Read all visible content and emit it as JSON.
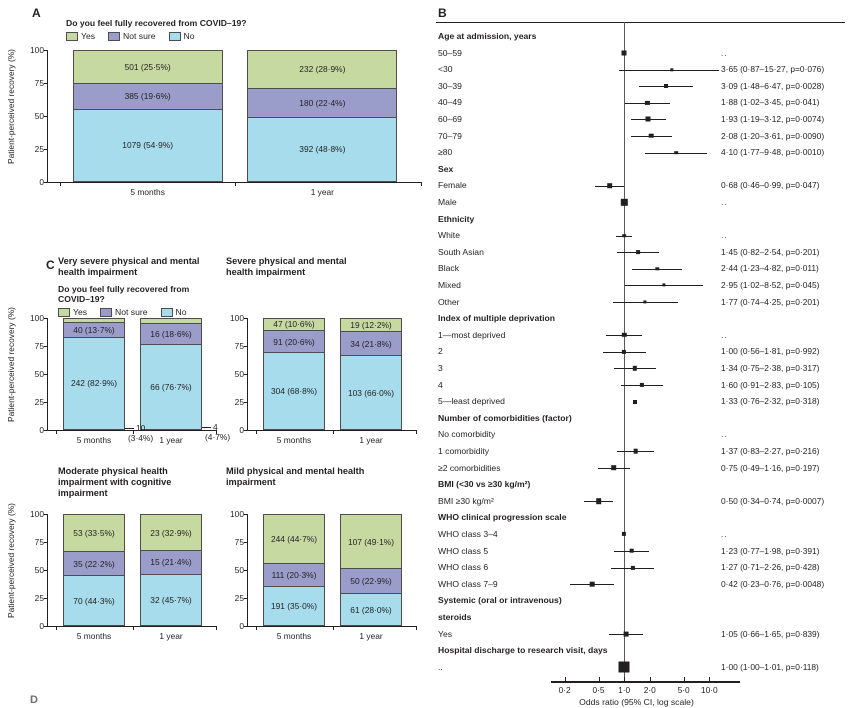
{
  "panels": {
    "A": "A",
    "B": "B",
    "C": "C",
    "D": "D"
  },
  "legend": {
    "question": "Do you feel fully recovered from COVID–19?",
    "yes": "Yes",
    "not_sure": "Not sure",
    "no": "No",
    "colors": {
      "yes": "#c6d9a1",
      "not_sure": "#9a9cc9",
      "no": "#a6dcec"
    }
  },
  "axis": {
    "ylabel": "Patient-perceived recovery (%)",
    "yticks": [
      "100",
      "75",
      "50",
      "25",
      "0"
    ],
    "xticks": [
      "5 months",
      "1 year"
    ]
  },
  "chart_data": [
    {
      "id": "panelA",
      "type": "bar",
      "stacked": true,
      "title": "",
      "xlabel": "",
      "ylabel": "Patient-perceived recovery (%)",
      "ylim": [
        0,
        100
      ],
      "categories": [
        "5 months",
        "1 year"
      ],
      "series": [
        {
          "name": "Yes",
          "values": [
            25.5,
            28.9
          ],
          "labels": [
            "501 (25·5%)",
            "232 (28·9%)"
          ]
        },
        {
          "name": "Not sure",
          "values": [
            19.6,
            22.4
          ],
          "labels": [
            "385 (19·6%)",
            "180 (22·4%)"
          ]
        },
        {
          "name": "No",
          "values": [
            54.9,
            48.8
          ],
          "labels": [
            "1079 (54·9%)",
            "392 (48·8%)"
          ]
        }
      ]
    },
    {
      "id": "panelC1",
      "type": "bar",
      "stacked": true,
      "title": "Very severe physical and mental health impairment",
      "ylabel": "Patient-perceived recovery (%)",
      "ylim": [
        0,
        100
      ],
      "categories": [
        "5 months",
        "1 year"
      ],
      "series": [
        {
          "name": "Yes",
          "values": [
            3.4,
            4.7
          ],
          "labels": [
            "10",
            "4"
          ],
          "labels_sub": [
            "(3·4%)",
            "(4·7%)"
          ],
          "outside": true
        },
        {
          "name": "Not sure",
          "values": [
            13.7,
            18.6
          ],
          "labels": [
            "40 (13·7%)",
            "16 (18·6%)"
          ]
        },
        {
          "name": "No",
          "values": [
            82.9,
            76.7
          ],
          "labels": [
            "242 (82·9%)",
            "66 (76·7%)"
          ]
        }
      ]
    },
    {
      "id": "panelC2",
      "type": "bar",
      "stacked": true,
      "title": "Severe physical and mental health impairment",
      "ylabel": "",
      "ylim": [
        0,
        100
      ],
      "categories": [
        "5 months",
        "1 year"
      ],
      "series": [
        {
          "name": "Yes",
          "values": [
            10.6,
            12.2
          ],
          "labels": [
            "47 (10·6%)",
            "19 (12·2%)"
          ]
        },
        {
          "name": "Not sure",
          "values": [
            20.6,
            21.8
          ],
          "labels": [
            "91 (20·6%)",
            "34 (21·8%)"
          ]
        },
        {
          "name": "No",
          "values": [
            68.8,
            66.0
          ],
          "labels": [
            "304 (68·8%)",
            "103 (66·0%)"
          ]
        }
      ]
    },
    {
      "id": "panelC3",
      "type": "bar",
      "stacked": true,
      "title": "Moderate physical health impairment with cognitive impairment",
      "ylabel": "Patient-perceived recovery (%)",
      "ylim": [
        0,
        100
      ],
      "categories": [
        "5 months",
        "1 year"
      ],
      "series": [
        {
          "name": "Yes",
          "values": [
            33.5,
            32.9
          ],
          "labels": [
            "53 (33·5%)",
            "23 (32·9%)"
          ]
        },
        {
          "name": "Not sure",
          "values": [
            22.2,
            21.4
          ],
          "labels": [
            "35 (22·2%)",
            "15 (21·4%)"
          ]
        },
        {
          "name": "No",
          "values": [
            44.3,
            45.7
          ],
          "labels": [
            "70 (44·3%)",
            "32 (45·7%)"
          ]
        }
      ]
    },
    {
      "id": "panelC4",
      "type": "bar",
      "stacked": true,
      "title": "Mild physical  and mental health impairment",
      "ylabel": "",
      "ylim": [
        0,
        100
      ],
      "categories": [
        "5 months",
        "1 year"
      ],
      "series": [
        {
          "name": "Yes",
          "values": [
            44.7,
            49.1
          ],
          "labels": [
            "244 (44·7%)",
            "107 (49·1%)"
          ]
        },
        {
          "name": "Not sure",
          "values": [
            20.3,
            22.9
          ],
          "labels": [
            "111 (20·3%)",
            "50 (22·9%)"
          ]
        },
        {
          "name": "No",
          "values": [
            35.0,
            28.0
          ],
          "labels": [
            "191 (35·0%)",
            "61 (28·0%)"
          ]
        }
      ]
    },
    {
      "id": "panelB",
      "type": "forest",
      "xlabel": "Odds ratio (95% CI, log scale)",
      "xticks": [
        0.2,
        0.5,
        1.0,
        2.0,
        5.0,
        10.0
      ],
      "xtick_labels": [
        "0·2",
        "0·5",
        "1·0",
        "2·0",
        "5·0",
        "10·0"
      ],
      "xlim": [
        0.15,
        13.0
      ],
      "reference_line": 1.0,
      "rows": [
        {
          "label": "Age at admission, years",
          "head": true
        },
        {
          "label": "50–59",
          "value": "..",
          "or": 1.0,
          "lo": null,
          "hi": null,
          "ref": true,
          "size": 5
        },
        {
          "label": "<30",
          "value": "3·65 (0·87–15·27, p=0·076)",
          "or": 3.65,
          "lo": 0.87,
          "hi": 15.27,
          "size": 3.4
        },
        {
          "label": "30–39",
          "value": "3·09 (1·48–6·47, p=0·0028)",
          "or": 3.09,
          "lo": 1.48,
          "hi": 6.47,
          "size": 4
        },
        {
          "label": "40–49",
          "value": "1·88 (1·02–3·45, p=0·041)",
          "or": 1.88,
          "lo": 1.02,
          "hi": 3.45,
          "size": 4.2
        },
        {
          "label": "60–69",
          "value": "1·93 (1·19–3·12, p=0·0074)",
          "or": 1.93,
          "lo": 1.19,
          "hi": 3.12,
          "size": 5
        },
        {
          "label": "70–79",
          "value": "2·08 (1·20–3·61, p=0·0090)",
          "or": 2.08,
          "lo": 1.2,
          "hi": 3.61,
          "size": 4.6
        },
        {
          "label": "≥80",
          "value": "4·10 (1·77–9·48, p=0·0010)",
          "or": 4.1,
          "lo": 1.77,
          "hi": 9.48,
          "size": 3.6
        },
        {
          "label": "Sex",
          "head": true
        },
        {
          "label": "Female",
          "value": "0·68 (0·46–0·99, p=0·047)",
          "or": 0.68,
          "lo": 0.46,
          "hi": 0.99,
          "size": 5.6
        },
        {
          "label": "Male",
          "value": "..",
          "or": 1.0,
          "ref": true,
          "size": 6.4
        },
        {
          "label": "Ethnicity",
          "head": true
        },
        {
          "label": "White",
          "value": "..",
          "or": 1.0,
          "lo": 0.8,
          "hi": 1.25,
          "ref": true,
          "size": 3.6
        },
        {
          "label": "South Asian",
          "value": "1·45 (0·82–2·54, p=0·201)",
          "or": 1.45,
          "lo": 0.82,
          "hi": 2.54,
          "size": 3.8
        },
        {
          "label": "Black",
          "value": "2·44 (1·23–4·82, p=0·011)",
          "or": 2.44,
          "lo": 1.23,
          "hi": 4.82,
          "size": 3.4
        },
        {
          "label": "Mixed",
          "value": "2·95 (1·02–8·52, p=0·045)",
          "or": 2.95,
          "lo": 1.02,
          "hi": 8.52,
          "size": 3.2
        },
        {
          "label": "Other",
          "value": "1·77 (0·74–4·25, p=0·201)",
          "or": 1.77,
          "lo": 0.74,
          "hi": 4.25,
          "size": 3.2
        },
        {
          "label": "Index of multiple deprivation",
          "head": true
        },
        {
          "label": "1—most deprived",
          "value": "..",
          "or": 1.0,
          "lo": 0.62,
          "hi": 1.62,
          "ref": true,
          "size": 4.4
        },
        {
          "label": "2",
          "value": "1·00 (0·56–1·81, p=0·992)",
          "or": 1.0,
          "lo": 0.56,
          "hi": 1.81,
          "size": 4.2
        },
        {
          "label": "3",
          "value": "1·34 (0·75–2·38, p=0·317)",
          "or": 1.34,
          "lo": 0.75,
          "hi": 2.38,
          "size": 4.4
        },
        {
          "label": "4",
          "value": "1·60 (0·91–2·83, p=0·105)",
          "or": 1.6,
          "lo": 0.91,
          "hi": 2.83,
          "size": 4.2
        },
        {
          "label": "5—least deprived",
          "value": "1·33 (0·76–2·32, p=0·318)",
          "or": 1.33,
          "lo": null,
          "hi": null,
          "size": 4.0
        },
        {
          "label": "Number of comorbidities (factor)",
          "head": true
        },
        {
          "label": "No comorbidity",
          "value": "..",
          "or": 1.0,
          "ref": true,
          "size": 0
        },
        {
          "label": "1 comorbidity",
          "value": "1·37 (0·83–2·27, p=0·216)",
          "or": 1.37,
          "lo": 0.83,
          "hi": 2.27,
          "size": 4.6
        },
        {
          "label": "≥2 comorbidities",
          "value": "0·75 (0·49–1·16, p=0·197)",
          "or": 0.75,
          "lo": 0.49,
          "hi": 1.16,
          "size": 5.6
        },
        {
          "label": "BMI (<30 vs ≥30 kg/m²)",
          "head": true
        },
        {
          "label": "BMI ≥30 kg/m²",
          "value": "0·50 (0·34–0·74, p=0·0007)",
          "or": 0.5,
          "lo": 0.34,
          "hi": 0.74,
          "size": 5.6
        },
        {
          "label": "WHO clinical progression scale",
          "head": true
        },
        {
          "label": "WHO class 3–4",
          "value": "..",
          "or": 1.0,
          "ref": true,
          "size": 4.2
        },
        {
          "label": "WHO class 5",
          "value": "1·23 (0·77–1·98, p=0·391)",
          "or": 1.23,
          "lo": 0.77,
          "hi": 1.98,
          "size": 4.6
        },
        {
          "label": "WHO class 6",
          "value": "1·27 (0·71–2·26, p=0·428)",
          "or": 1.27,
          "lo": 0.71,
          "hi": 2.26,
          "size": 4.2
        },
        {
          "label": "WHO class 7–9",
          "value": "0·42 (0·23–0·76, p=0·0048)",
          "or": 0.42,
          "lo": 0.23,
          "hi": 0.76,
          "size": 4.6
        },
        {
          "label": "Systemic (oral or intravenous)",
          "head": true
        },
        {
          "label": "steroids",
          "head": true
        },
        {
          "label": "Yes",
          "value": "1·05 (0·66–1·65, p=0·839)",
          "or": 1.05,
          "lo": 0.66,
          "hi": 1.65,
          "size": 4.8
        },
        {
          "label": "Hospital discharge to research visit, days",
          "head": true
        },
        {
          "label": "..",
          "value": "1·00 (1·00–1·01, p=0·118)",
          "or": 1.0,
          "lo": null,
          "hi": null,
          "size": 11
        }
      ]
    }
  ]
}
